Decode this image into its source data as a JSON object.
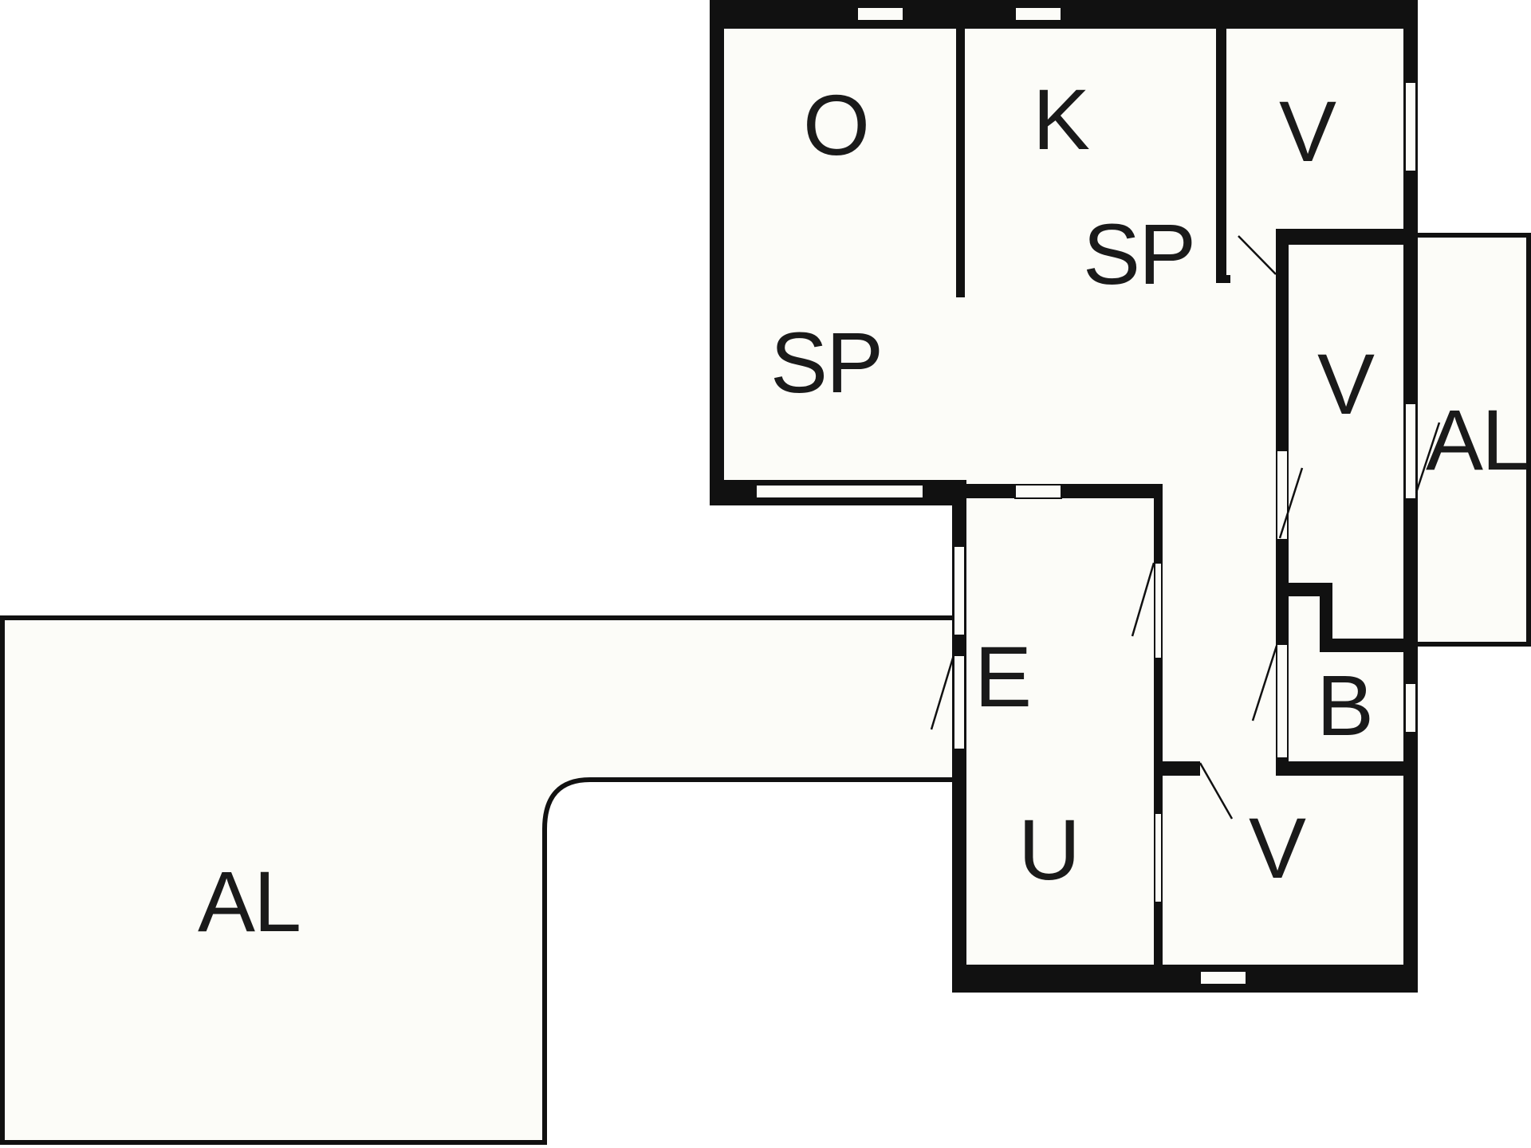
{
  "floorplan": {
    "rooms": {
      "o": "O",
      "k": "K",
      "sp_top": "SP",
      "sp_left": "SP",
      "v_top": "V",
      "v_mid": "V",
      "al_right": "AL",
      "e": "E",
      "b": "B",
      "u": "U",
      "v_bottom": "V",
      "al_left": "AL"
    },
    "colors": {
      "floor": "#fcfcf8",
      "wall": "#111111",
      "background": "#ffffff"
    }
  }
}
